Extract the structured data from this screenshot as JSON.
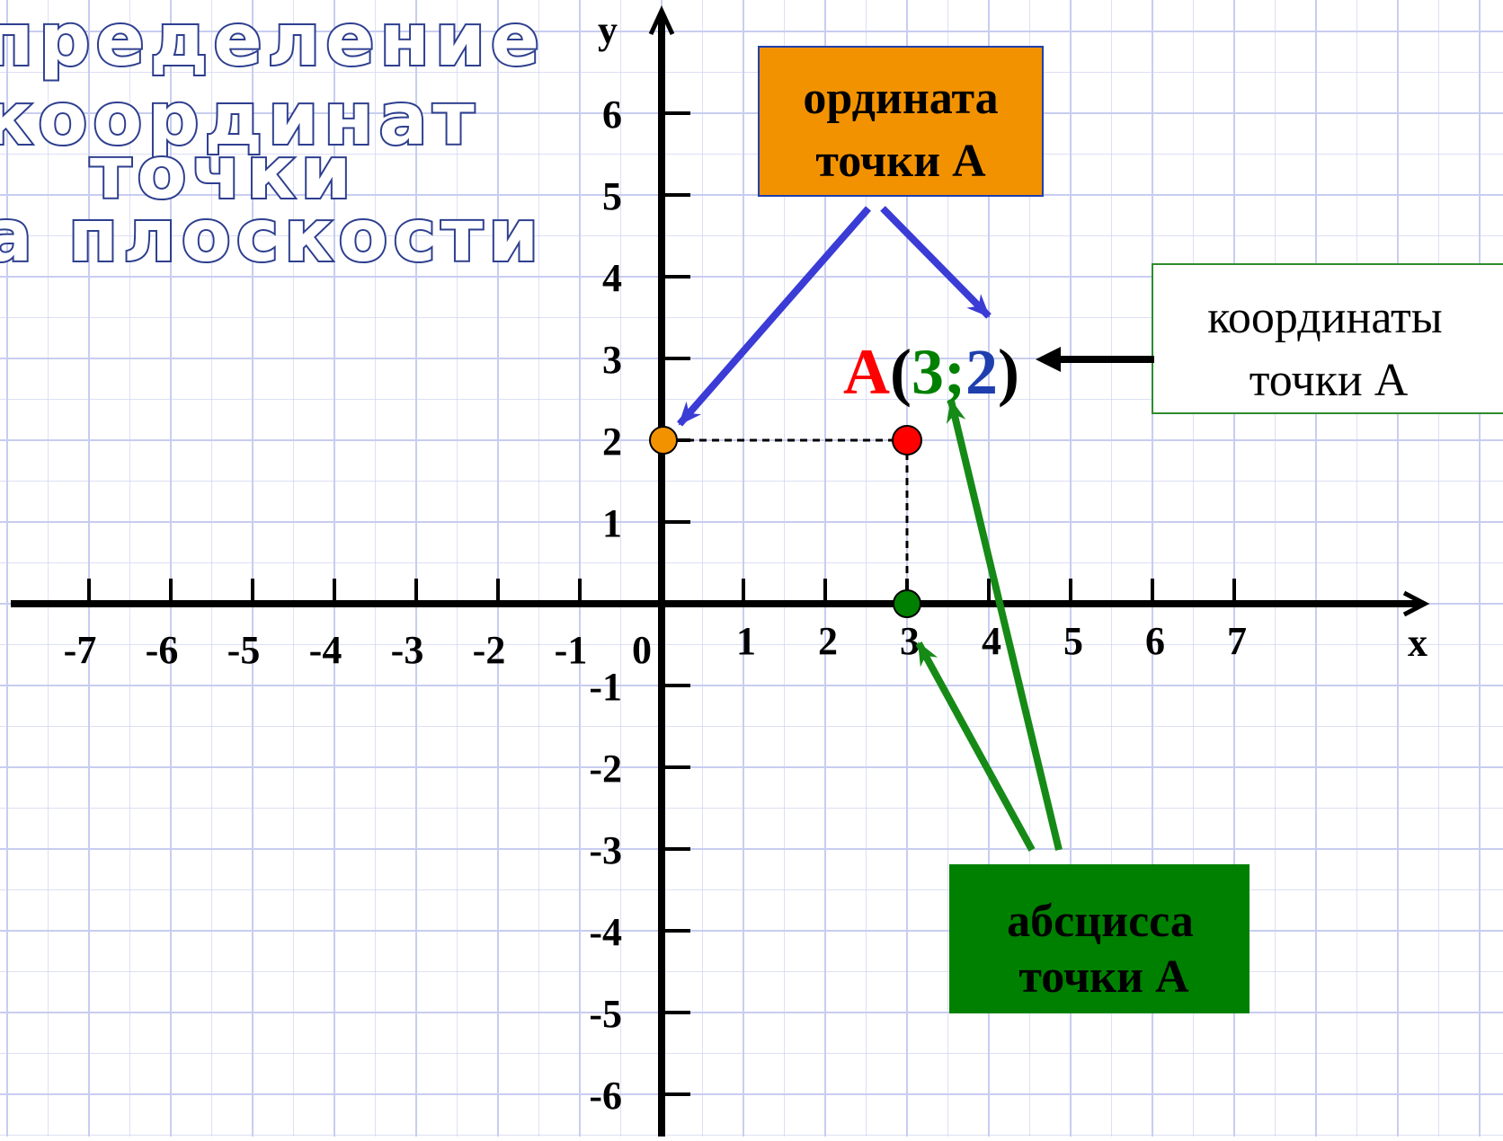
{
  "title": {
    "lines": [
      "пределение",
      "координат",
      "точки",
      "а плоскости"
    ]
  },
  "axes": {
    "x_label": "x",
    "y_label": "y",
    "origin_label": "0",
    "x_ticks": [
      "-7",
      "-6",
      "-5",
      "-4",
      "-3",
      "-2",
      "-1",
      "1",
      "2",
      "3",
      "4",
      "5",
      "6",
      "7"
    ],
    "y_ticks_positive": [
      "1",
      "2",
      "3",
      "4",
      "5",
      "6"
    ],
    "y_ticks_negative": [
      "-1",
      "-2",
      "-3",
      "-4",
      "-5",
      "-6"
    ]
  },
  "point": {
    "name": "A",
    "x": 3,
    "y": 2,
    "open_paren": "(",
    "separator": ";",
    "close_paren": ")"
  },
  "callouts": {
    "ordinate": {
      "line1": "ордината",
      "line2": "точки А"
    },
    "coordinates": {
      "line1": "координаты",
      "line2": "точки А"
    },
    "abscissa": {
      "line1": "абсцисса",
      "line2": "точки А"
    }
  },
  "colors": {
    "grid": "#c8cdf0",
    "point_name": "#ff0000",
    "abscissa": "#008000",
    "ordinate": "#1f3fae",
    "ordinate_box": "#f39200",
    "abscissa_box": "#008000",
    "blue_arrow": "#3b3bd6",
    "green_arrow": "#168a16",
    "title_outline": "#2e3f8f"
  }
}
